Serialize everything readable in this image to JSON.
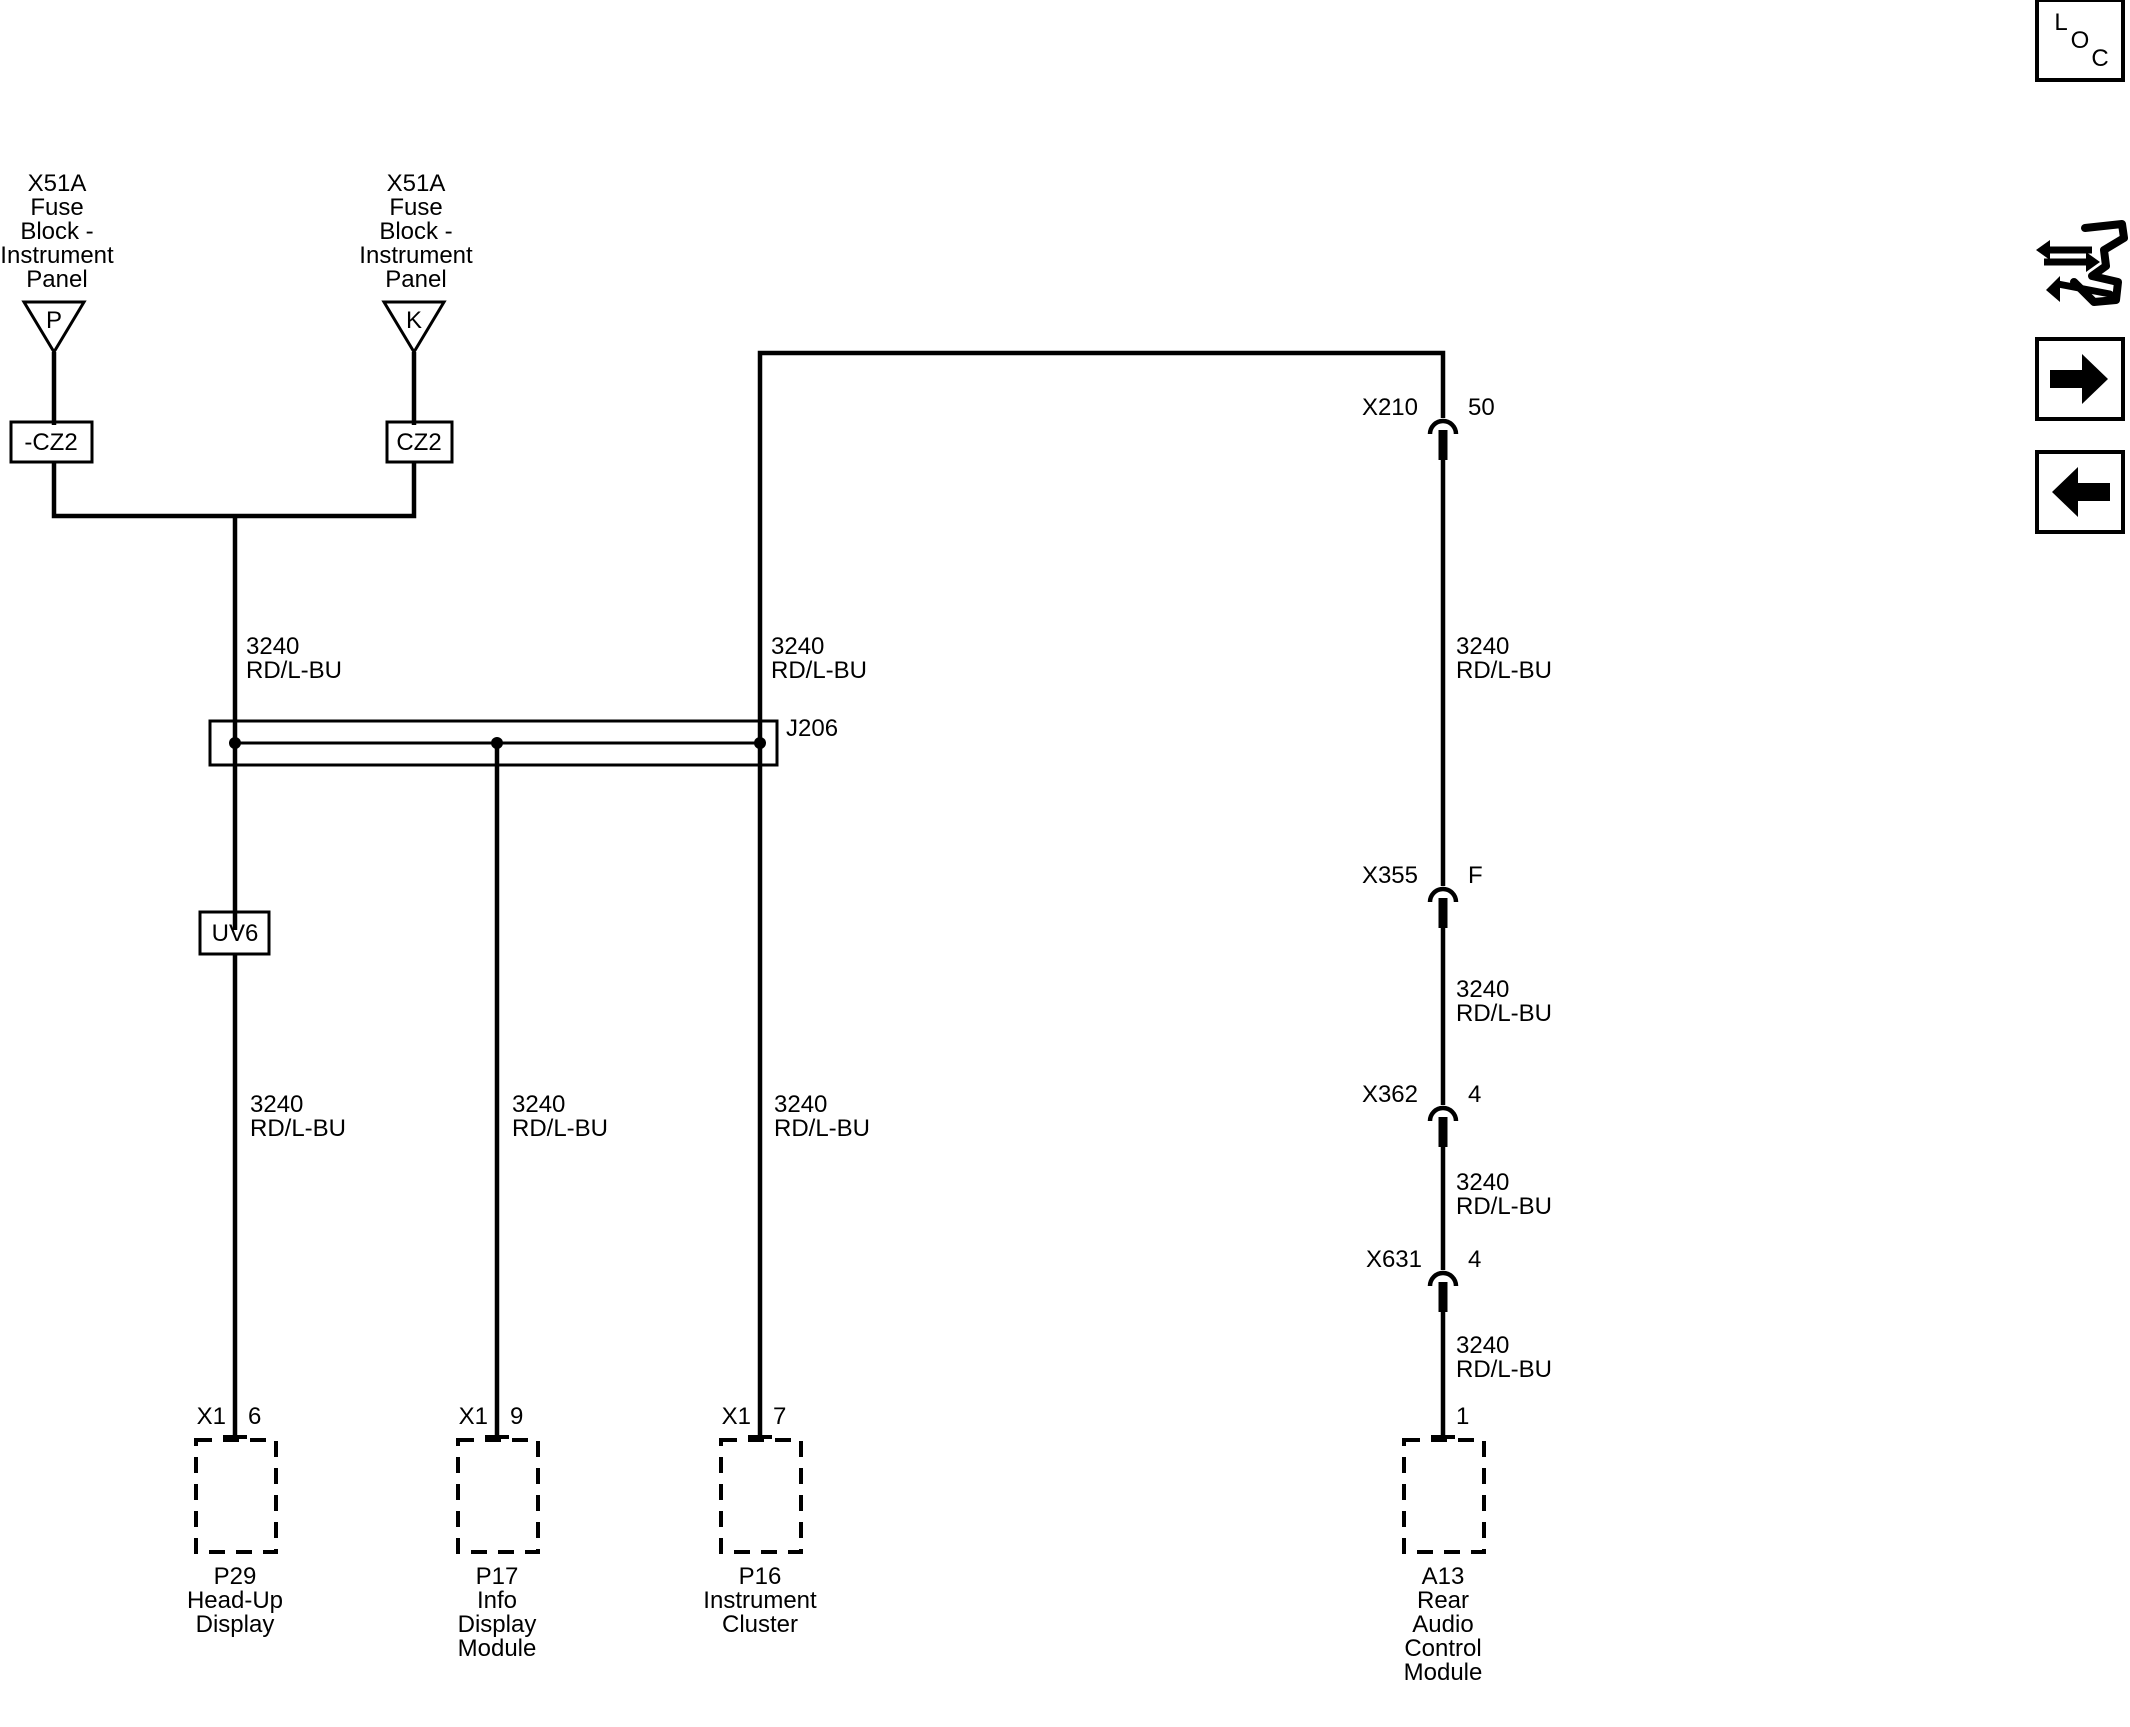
{
  "fuse_blocks": [
    {
      "name_lines": [
        "X51A",
        "Fuse",
        "Block -",
        "Instrument",
        "Panel"
      ],
      "terminal": "P",
      "connector": "-CZ2"
    },
    {
      "name_lines": [
        "X51A",
        "Fuse",
        "Block -",
        "Instrument",
        "Panel"
      ],
      "terminal": "K",
      "connector": "CZ2"
    }
  ],
  "wire": {
    "circuit": "3240",
    "color": "RD/L-BU"
  },
  "splice": {
    "label": "J206"
  },
  "option_box": {
    "label": "UV6"
  },
  "inline_connectors": [
    {
      "name": "X210",
      "pin": "50"
    },
    {
      "name": "X355",
      "pin": "F"
    },
    {
      "name": "X362",
      "pin": "4"
    },
    {
      "name": "X631",
      "pin": "4"
    }
  ],
  "modules": [
    {
      "connector": "X1",
      "pin": "6",
      "name_lines": [
        "P29",
        "Head-Up",
        "Display"
      ]
    },
    {
      "connector": "X1",
      "pin": "9",
      "name_lines": [
        "P17",
        "Info",
        "Display",
        "Module"
      ]
    },
    {
      "connector": "X1",
      "pin": "7",
      "name_lines": [
        "P16",
        "Instrument",
        "Cluster"
      ]
    },
    {
      "connector": "",
      "pin": "1",
      "name_lines": [
        "A13",
        "Rear",
        "Audio",
        "Control",
        "Module"
      ]
    }
  ],
  "side_toolbar": {
    "loc_letters": [
      "L",
      "O",
      "C"
    ],
    "icons": [
      "component-locator-icon",
      "harness-routing-icon",
      "next-page-arrow-icon",
      "previous-page-arrow-icon"
    ]
  }
}
